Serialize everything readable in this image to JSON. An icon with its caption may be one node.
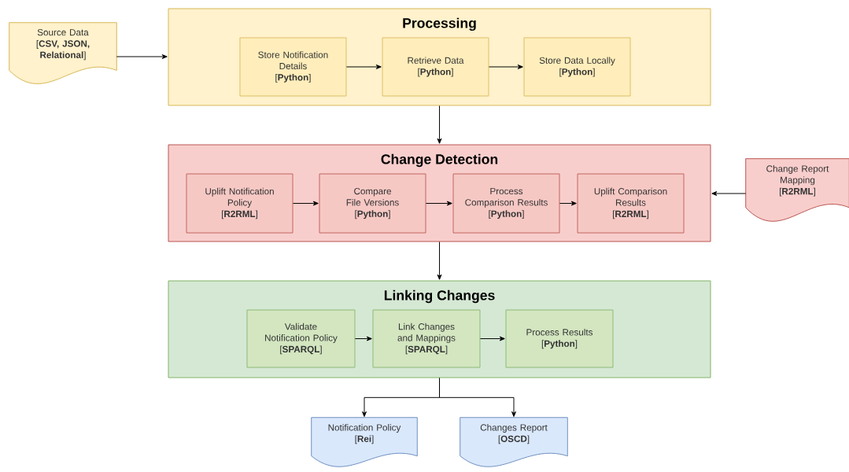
{
  "diagram": {
    "nodes": [
      {
        "text": [
          "Source Data",
          "[**CSV, JSON, Relational**]"
        ]
      },
      {
        "text": [
          "Processing"
        ]
      },
      {
        "text": [
          "Store Notification Details",
          "[**Python**]"
        ],
        "in": 1
      },
      {
        "text": [
          "Retrieve Data",
          "[**Python**]"
        ],
        "in": 1
      },
      {
        "text": [
          "Store Data Locally",
          "[**Python**]"
        ],
        "in": 1
      },
      {
        "text": [
          "Change Detection"
        ]
      },
      {
        "text": [
          "Uplift Notification Policy",
          "[**R2RML**]"
        ],
        "in": 5
      },
      {
        "text": [
          "Compare File Versions",
          "[**Python**]"
        ],
        "in": 5
      },
      {
        "text": [
          "Process Comparison Results",
          "[**Python**]"
        ],
        "in": 5
      },
      {
        "text": [
          "Uplift Comparison Results",
          "[**R2RML**]"
        ],
        "in": 5
      },
      {
        "text": [
          "Change Report Mapping",
          "[**R2RML**]"
        ]
      },
      {
        "text": [
          "Linking Changes"
        ]
      },
      {
        "text": [
          "Validate Notification Policy",
          "[**SPARQL**]"
        ],
        "in": 11
      },
      {
        "text": [
          "Link Changes and Mappings",
          "[**SPARQL**]"
        ],
        "in": 11
      },
      {
        "text": [
          "Process Results",
          "[**Python**]"
        ],
        "in": 11
      },
      {
        "text": [
          "Notification Policy",
          "[**Rei**]"
        ]
      },
      {
        "text": [
          "Changes Report",
          "[**OSCD**]"
        ]
      }
    ],
    "edges": [
      {
        "from": 0,
        "to": 1,
        "arrow": "to"
      },
      {
        "from": 2,
        "to": 3,
        "arrow": "to"
      },
      {
        "from": 3,
        "to": 4,
        "arrow": "to"
      },
      {
        "from": 1,
        "to": 5,
        "arrow": "to"
      },
      {
        "from": 6,
        "to": 7,
        "arrow": "to"
      },
      {
        "from": 7,
        "to": 8,
        "arrow": "to"
      },
      {
        "from": 8,
        "to": 9,
        "arrow": "to"
      },
      {
        "from": 10,
        "to": 5,
        "arrow": "to"
      },
      {
        "from": 5,
        "to": 11,
        "arrow": "to"
      },
      {
        "from": 12,
        "to": 13,
        "arrow": "to"
      },
      {
        "from": 13,
        "to": 14,
        "arrow": "to"
      },
      {
        "from": 11,
        "to": 15,
        "arrow": "to"
      },
      {
        "from": 11,
        "to": 16,
        "arrow": "to"
      }
    ]
  }
}
